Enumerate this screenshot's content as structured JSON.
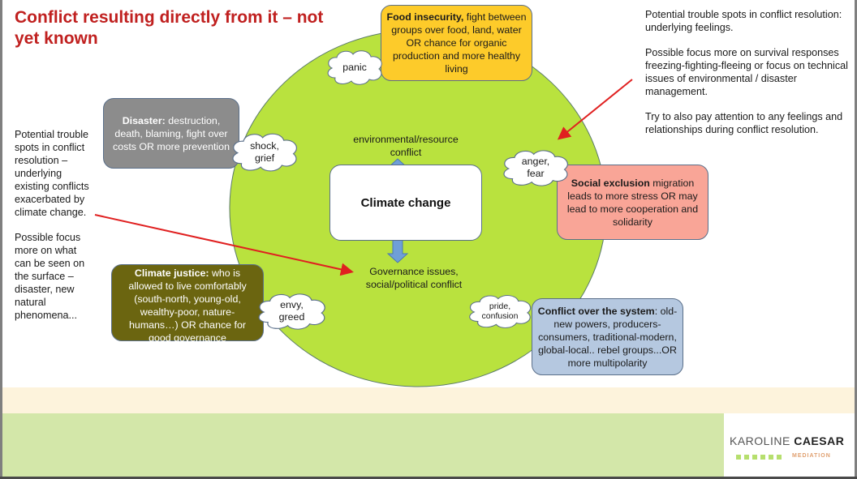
{
  "title": "Conflict resulting directly from it – not yet known",
  "left_notes": {
    "paragraph1": "Potential trouble spots in conflict resolution – underlying existing conflicts exacerbated by climate change.",
    "paragraph2": "Possible focus more on what can be seen on the surface – disaster, new natural phenomena..."
  },
  "right_notes": {
    "paragraph1": "Potential trouble spots in conflict resolution: underlying feelings.",
    "paragraph2": "Possible focus more on survival responses freezing-fighting-fleeing or focus on technical issues of environmental / disaster management.",
    "paragraph3": "Try to also pay attention to any feelings and relationships during conflict resolution."
  },
  "center": {
    "label": "Climate change",
    "top_label": "environmental/resource conflict",
    "bottom_label": "Governance issues, social/political conflict"
  },
  "boxes": {
    "food": {
      "bold": "Food insecurity,",
      "text": " fight between groups over food, land, water OR chance for organic production and more healthy living",
      "color": "#fdcb2a"
    },
    "disaster": {
      "bold": "Disaster:",
      "text": " destruction, death, blaming, fight over costs OR more prevention",
      "color": "#8c8c8c"
    },
    "social": {
      "bold": "Social exclusion",
      "text": " migration leads to more stress OR may lead to more cooperation and solidarity",
      "color": "#f9a597"
    },
    "justice": {
      "bold": "Climate justice:",
      "text": " who is allowed to live comfortably (south-north, young-old, wealthy-poor, nature-humans…) OR chance for good governance",
      "color": "#6b6510"
    },
    "system": {
      "bold": "Conflict over the system",
      "text": ": old-new powers, producers-consumers, traditional-modern, global-local.. rebel groups...OR more multipolarity",
      "color": "#b5c8e0"
    }
  },
  "clouds": {
    "panic": "panic",
    "shock": "shock, grief",
    "anger": "anger, fear",
    "envy": "envy, greed",
    "pride": "pride, confusion"
  },
  "colors": {
    "circle": "#b9e23e",
    "title": "#c0201f",
    "arrow_red": "#e02020",
    "arrow_blue": "#6f9fd8"
  },
  "logo": {
    "name_light": "KAROLINE ",
    "name_bold": "CAESAR",
    "tagline": "MEDIATION"
  }
}
